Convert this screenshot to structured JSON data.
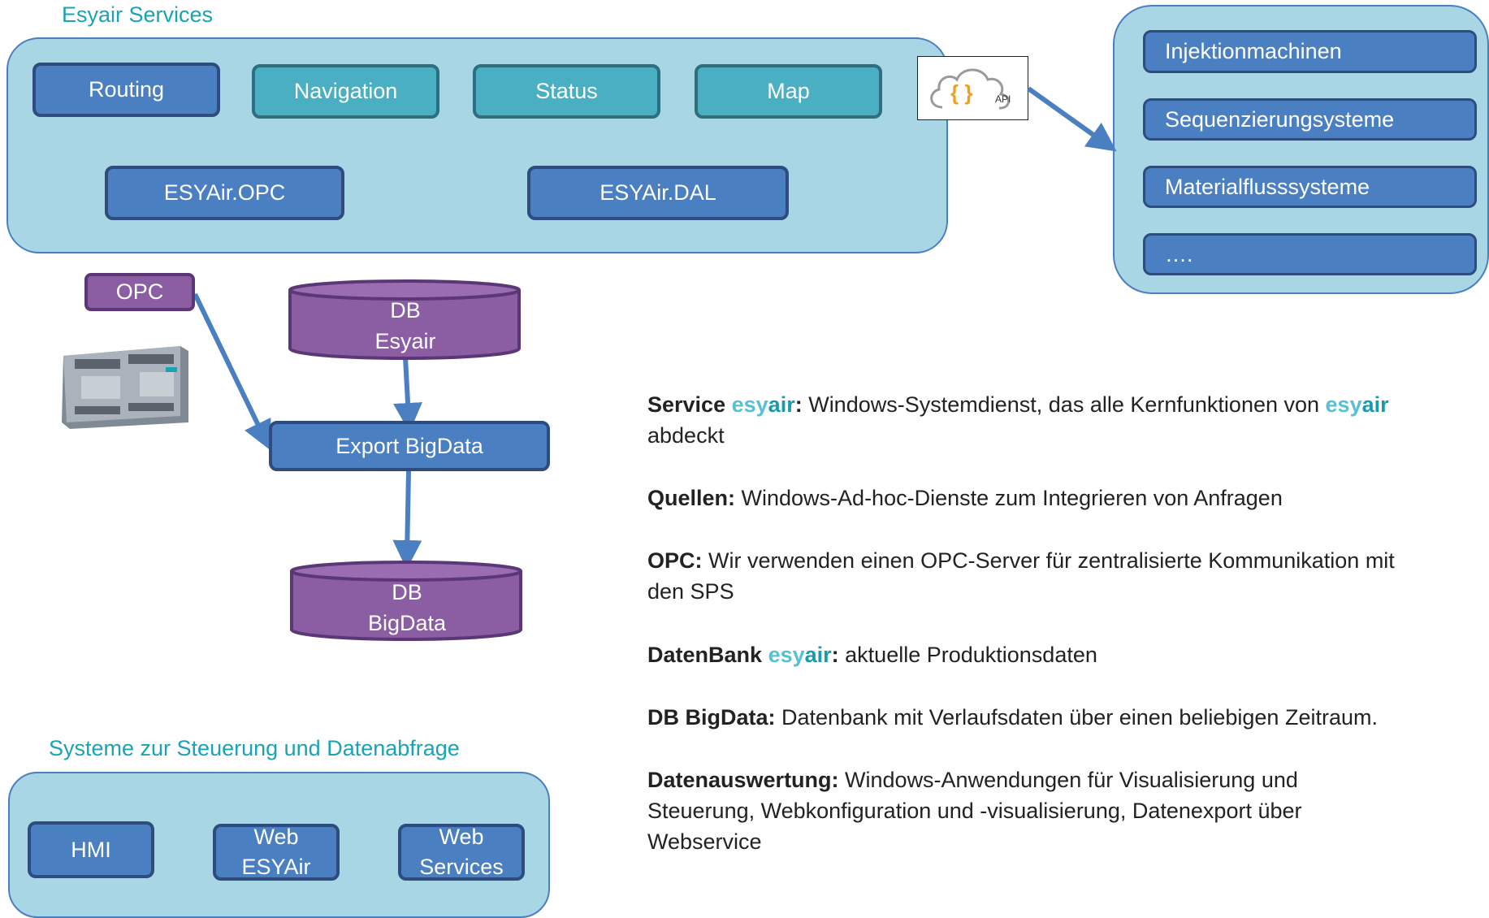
{
  "esyair_services": {
    "title": "Esyair Services",
    "buttons": {
      "routing": "Routing",
      "navigation": "Navigation",
      "status": "Status",
      "map": "Map",
      "opc": "ESYAir.OPC",
      "dal": "ESYAir.DAL"
    }
  },
  "api_icon_label": "API",
  "external_systems": [
    "Injektionmachinen",
    "Sequenzierungsysteme",
    "Materialflusssysteme",
    "…."
  ],
  "opc_tag": "OPC",
  "db_esyair": {
    "line1": "DB",
    "line2": "Esyair"
  },
  "export": "Export BigData",
  "db_bigdata": {
    "line1": "DB",
    "line2": "BigData"
  },
  "control_systems": {
    "title": "Systeme zur Steuerung und Datenabfrage",
    "hmi": "HMI",
    "web_esyair": {
      "line1": "Web",
      "line2": "ESYAir"
    },
    "web_services": {
      "line1": "Web",
      "line2": "Services"
    }
  },
  "descriptions": {
    "service": {
      "term": "Service",
      "brand_a": "esy",
      "brand_b": "air",
      "colon": ":",
      "text": " Windows-Systemdienst, das alle Kernfunktionen von ",
      "tail": "abdeckt"
    },
    "quellen": {
      "term": "Quellen:",
      "text": " Windows-Ad-hoc-Dienste zum Integrieren von Anfragen"
    },
    "opc": {
      "term": "OPC:",
      "text": " Wir verwenden einen OPC-Server für zentralisierte Kommunikation mit den SPS"
    },
    "datenbank": {
      "term": "DatenBank",
      "brand_a": "esy",
      "brand_b": "air",
      "colon": ":",
      "text": " aktuelle Produktionsdaten"
    },
    "bigdata": {
      "term": "DB BigData:",
      "text": " Datenbank mit Verlaufsdaten über einen beliebigen Zeitraum."
    },
    "auswertung": {
      "term": "Datenauswertung:",
      "text": " Windows-Anwendungen für Visualisierung und Steuerung, Webkonfiguration und -visualisierung, Datenexport über Webservice"
    }
  },
  "colors": {
    "panel": "#a9d6e5",
    "dark_button": "#4a7fc1",
    "teal_button": "#4bafc4",
    "db_purple": "#8b5da3",
    "title_teal": "#1aa3b3",
    "arrow": "#4a7fc1"
  }
}
